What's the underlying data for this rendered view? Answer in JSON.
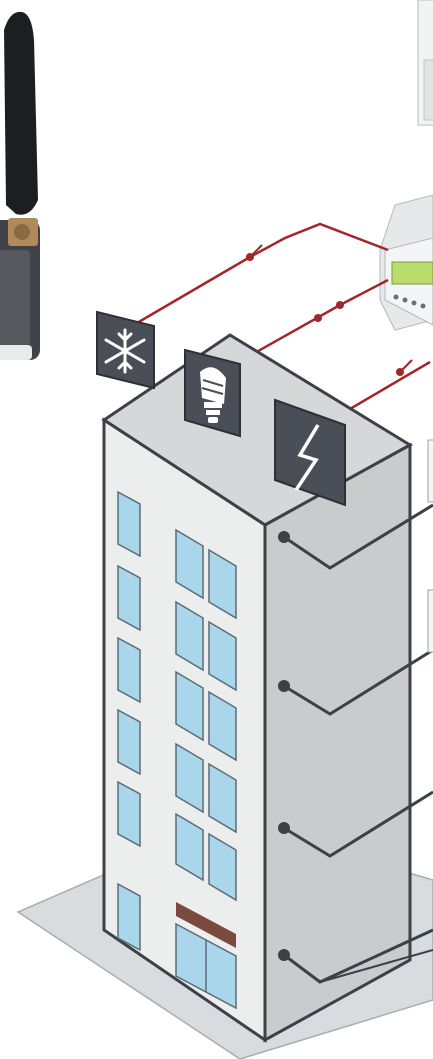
{
  "scene": {
    "background_color": "#ffffff",
    "colors": {
      "wire_red": "#a3262c",
      "wire_dark": "#3b4049",
      "icon_tile": "#4a4f57",
      "building_front": "#e9eaeb",
      "building_side": "#cfd1d3",
      "building_roof": "#d9dadb",
      "window_glass": "#a9d6ea",
      "window_frame": "#5c6b77",
      "door_band": "#7a4a3c",
      "controller_display": "#b8dd6a",
      "ground": "#d9dcde"
    }
  },
  "icons": [
    {
      "name": "snowflake-icon",
      "meaning": "cooling"
    },
    {
      "name": "light-bulb-icon",
      "meaning": "lighting"
    },
    {
      "name": "lightning-icon",
      "meaning": "electricity"
    }
  ],
  "modem": {
    "label": ""
  },
  "controller": {
    "label": ""
  }
}
